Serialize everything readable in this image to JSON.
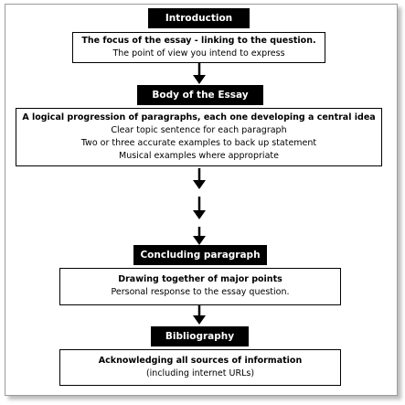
{
  "sections": [
    {
      "header": "Introduction",
      "lines": [
        {
          "text": "The focus of the essay - linking to the question.",
          "bold": true
        },
        {
          "text": "The point of view you intend to express",
          "bold": false
        }
      ]
    },
    {
      "header": "Body of the Essay",
      "lines": [
        {
          "text": "A logical progression of paragraphs, each one developing a central idea",
          "bold": true
        },
        {
          "text": "Clear topic sentence for each paragraph",
          "bold": false
        },
        {
          "text": "Two or three accurate examples to back up statement",
          "bold": false
        },
        {
          "text": "Musical examples where appropriate",
          "bold": false
        }
      ]
    },
    {
      "header": "Concluding paragraph",
      "lines": [
        {
          "text": "Drawing together of major points",
          "bold": true
        },
        {
          "text": "Personal response to the essay question.",
          "bold": false
        }
      ]
    },
    {
      "header": "Bibliography",
      "lines": [
        {
          "text": "Acknowledging all sources of information",
          "bold": true
        },
        {
          "text": "(including internet URLs)",
          "bold": false
        }
      ]
    }
  ]
}
